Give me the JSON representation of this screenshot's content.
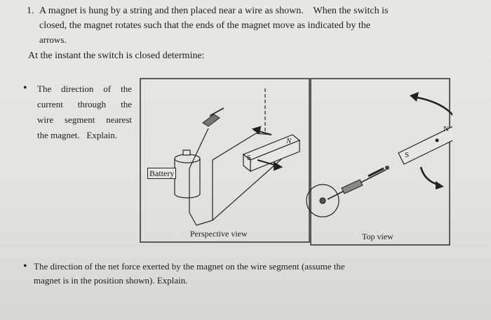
{
  "question": {
    "number": "1.",
    "line1": "A magnet is hung by a string and then placed near a wire as shown.    When the switch is",
    "line2": "closed, the magnet rotates such that the ends of the magnet move as indicated by the",
    "line3": "arrows.",
    "instant": "At the instant the switch is closed determine:"
  },
  "part1": {
    "bullet": "•",
    "rows": [
      [
        "The",
        "direction",
        "of",
        "the"
      ],
      [
        "current",
        "through",
        "the"
      ],
      [
        "wire",
        "segment",
        "nearest"
      ],
      [
        "the magnet.",
        "Explain."
      ]
    ]
  },
  "figure": {
    "battery_label": "Battery",
    "perspective_label": "Perspective view",
    "top_label": "Top view",
    "magnet_s": "S",
    "magnet_n": "N"
  },
  "part2": {
    "bullet": "•",
    "line1": "The direction of the net force exerted by the magnet on the wire segment (assume the",
    "line2": "magnet is in the position shown). Explain."
  }
}
